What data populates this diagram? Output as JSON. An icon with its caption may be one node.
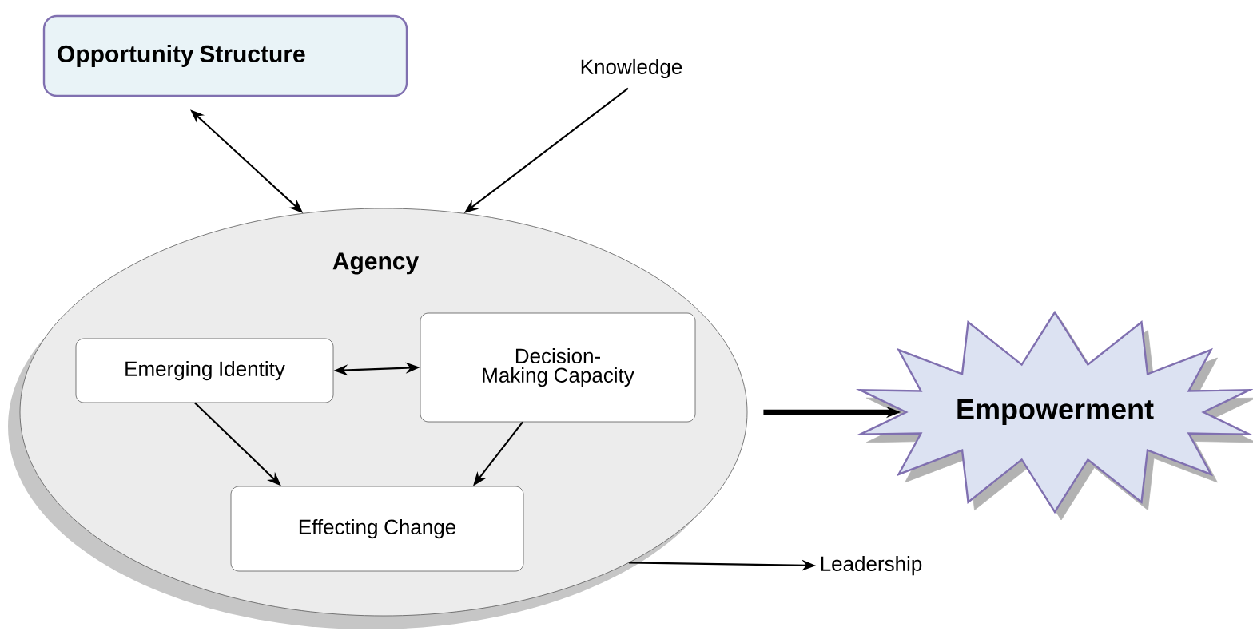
{
  "diagram": {
    "nodes": [
      {
        "text": [
          "Opportunity Structure"
        ]
      },
      {
        "text": [
          "Knowledge"
        ]
      },
      {
        "text": [
          "Agency"
        ]
      },
      {
        "text": [
          "Emerging Identity"
        ],
        "in": 2
      },
      {
        "text": [
          "Decision-Making Capacity"
        ],
        "in": 2
      },
      {
        "text": [
          "Effecting Change"
        ],
        "in": 2
      },
      {
        "text": [
          "Empowerment"
        ]
      },
      {
        "text": [
          "Leadership"
        ]
      }
    ],
    "edges": [
      {
        "from": 0,
        "to": 2,
        "arrow": "both"
      },
      {
        "from": 1,
        "to": 2,
        "arrow": "to"
      },
      {
        "from": 3,
        "to": 4,
        "arrow": "both"
      },
      {
        "from": 3,
        "to": 5,
        "arrow": "to"
      },
      {
        "from": 4,
        "to": 5,
        "arrow": "to"
      },
      {
        "from": 2,
        "to": 6,
        "arrow": "to",
        "style": "thick"
      },
      {
        "from": 2,
        "to": 7,
        "arrow": "to"
      }
    ]
  }
}
